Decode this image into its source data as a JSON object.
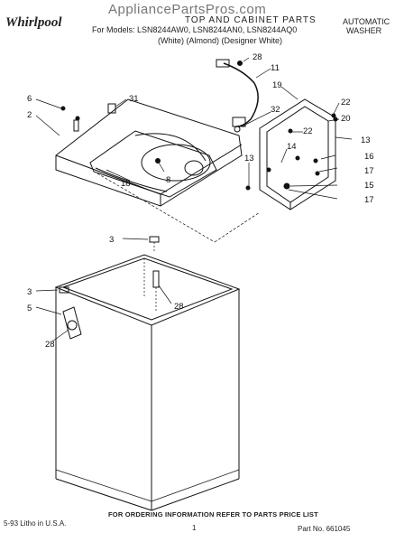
{
  "header": {
    "brand": "Whirlpool",
    "watermark": "AppliancePartsPros.com",
    "title": "TOP AND CABINET PARTS",
    "models_line": "For Models: LSN8244AW0, LSN8244AN0, LSN8244AQ0",
    "variants_line": "(White)      (Almond)   (Designer White)",
    "category_1": "AUTOMATIC",
    "category_2": "WASHER"
  },
  "callouts": [
    "28",
    "11",
    "19",
    "31",
    "6",
    "2",
    "32",
    "22",
    "20",
    "22",
    "14",
    "13",
    "16",
    "13",
    "17",
    "15",
    "17",
    "8",
    "18",
    "3",
    "3",
    "28",
    "5",
    "28"
  ],
  "footer": {
    "ordering_note": "FOR ORDERING INFORMATION REFER TO PARTS PRICE LIST",
    "printed": "5-93 Litho in U.S.A.",
    "page": "1",
    "part_no": "Part No. 661045"
  }
}
